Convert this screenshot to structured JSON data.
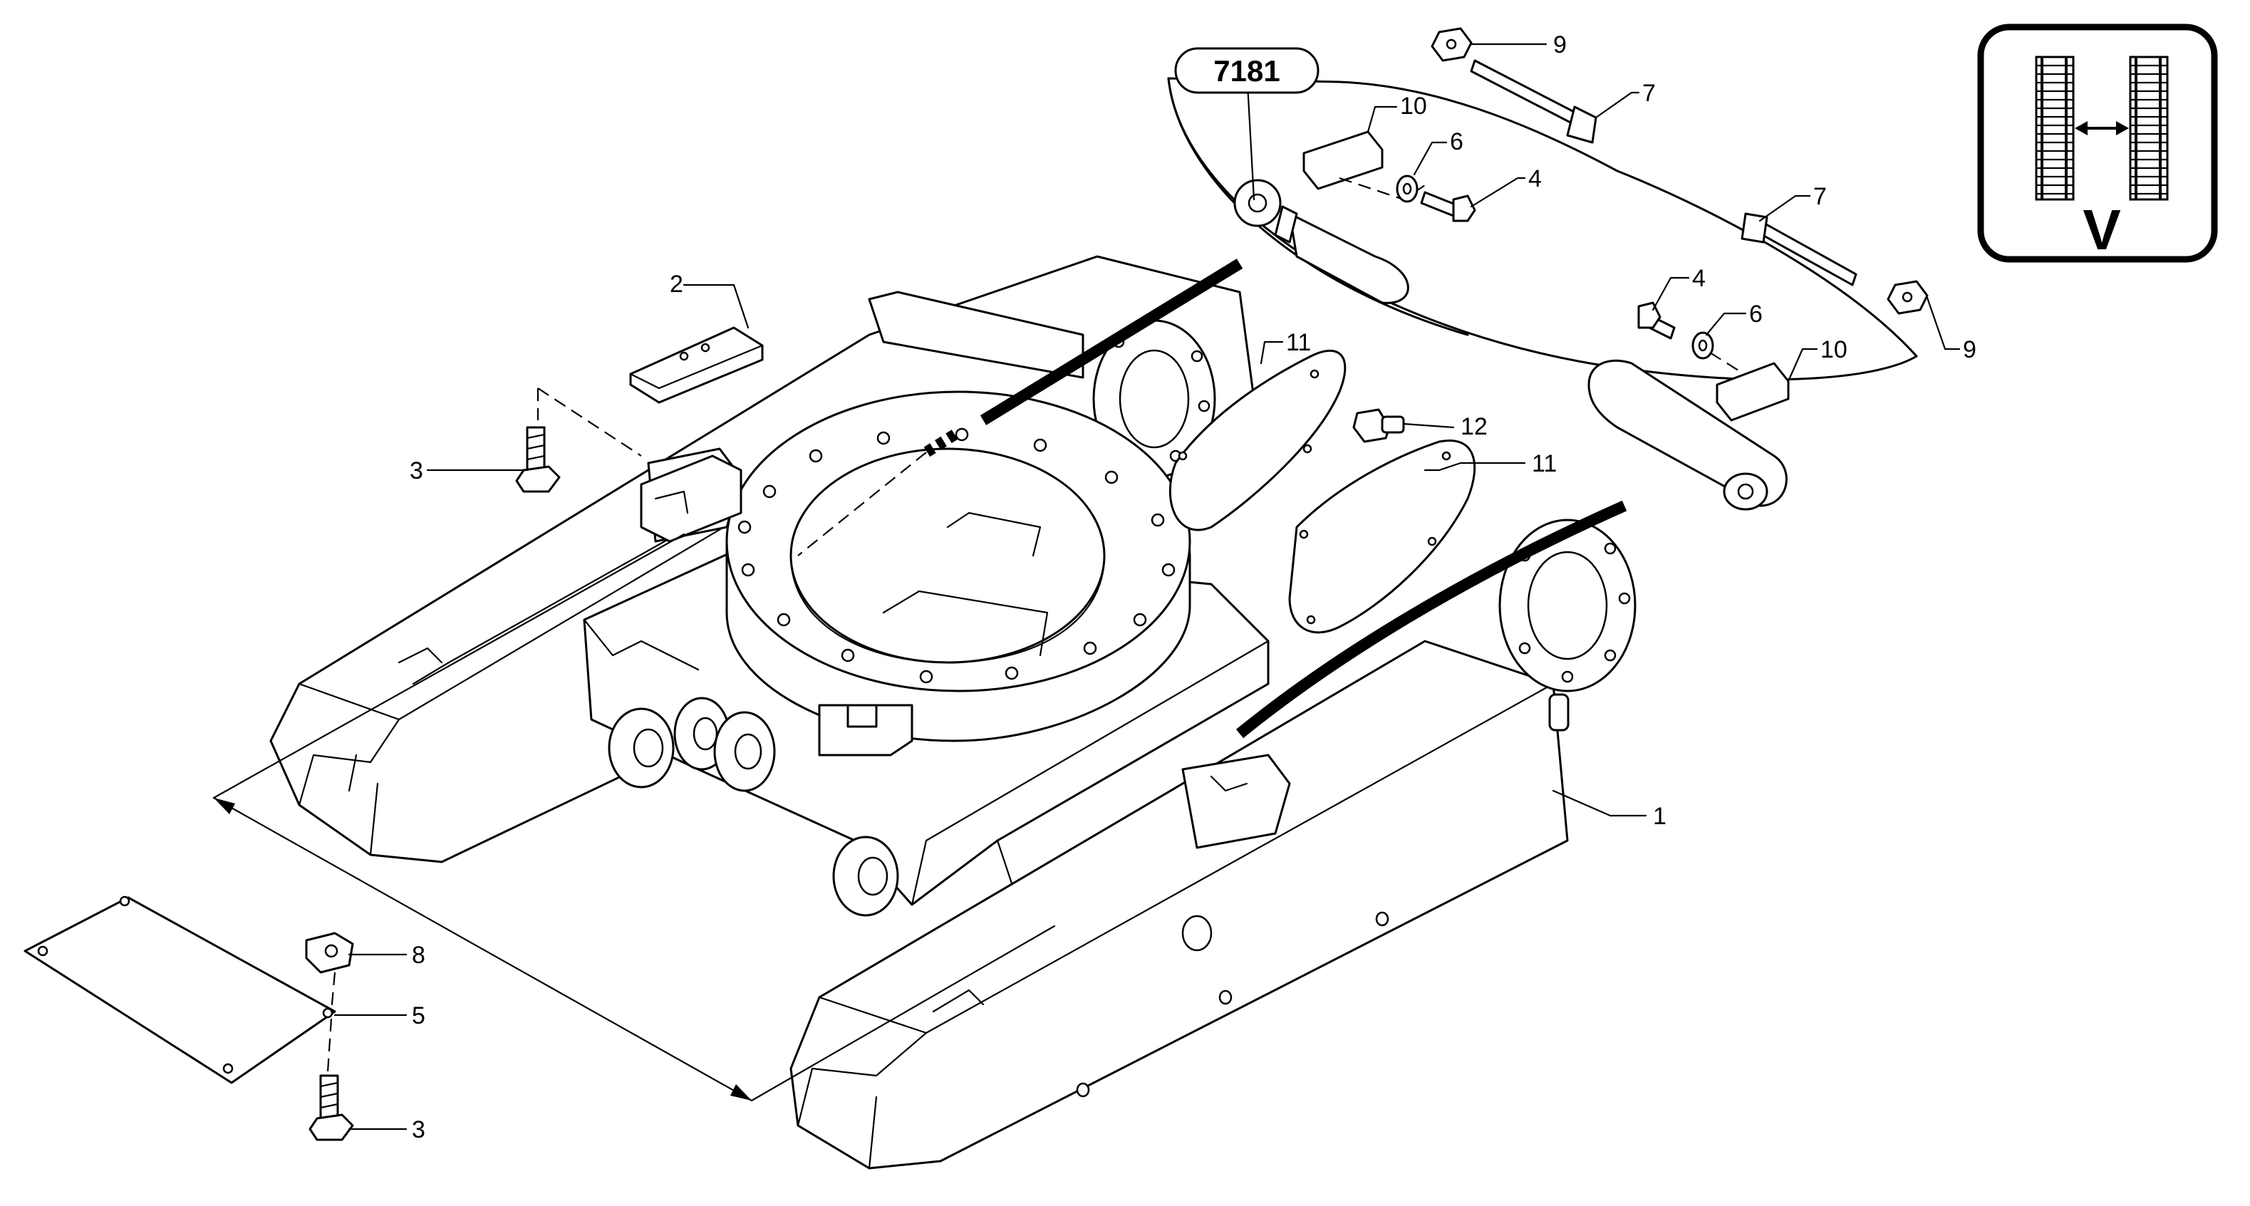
{
  "ref_tag": "7181",
  "view_label": "V",
  "callouts": {
    "c1": "1",
    "c2": "2",
    "c3a": "3",
    "c3b": "3",
    "c4a": "4",
    "c4b": "4",
    "c5": "5",
    "c6a": "6",
    "c6b": "6",
    "c7a": "7",
    "c7b": "7",
    "c8": "8",
    "c9a": "9",
    "c9b": "9",
    "c10a": "10",
    "c10b": "10",
    "c11a": "11",
    "c11b": "11",
    "c12": "12"
  }
}
